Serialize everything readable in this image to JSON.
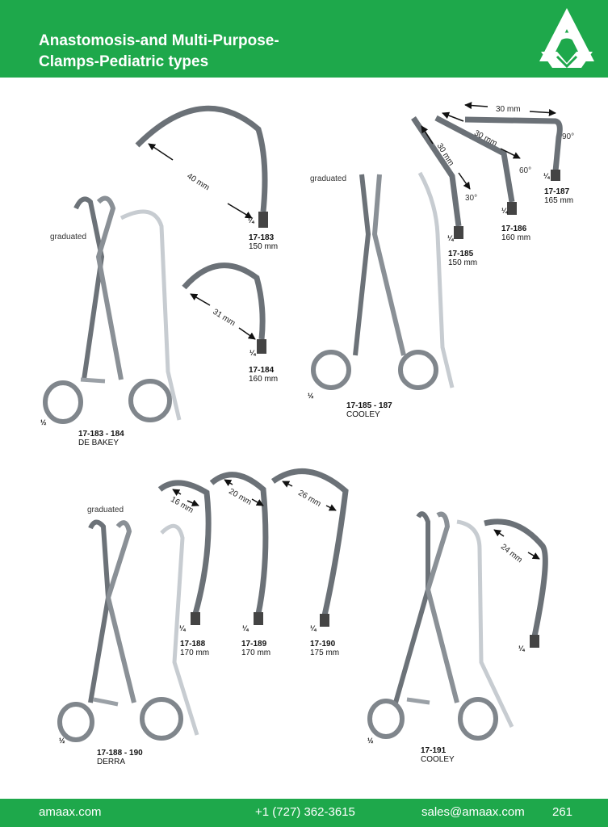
{
  "header": {
    "title_line1": "Anastomosis-and Multi-Purpose-",
    "title_line2": "Clamps-Pediatric types",
    "logo_icon": "amaax-logo-icon",
    "color": "#1ea84b"
  },
  "footer": {
    "website": "amaax.com",
    "phone": "+1 (727) 362-3615",
    "email": "sales@amaax.com",
    "page": "261"
  },
  "groups": {
    "debakey": {
      "graduated": "graduated",
      "scale": "½",
      "code": "17-183 - 184",
      "name": "DE BAKEY",
      "items": [
        {
          "code": "17-183",
          "length": "150 mm",
          "jaw": "40 mm",
          "tip": "¼"
        },
        {
          "code": "17-184",
          "length": "160 mm",
          "jaw": "31 mm",
          "tip": "¼"
        }
      ]
    },
    "cooley1": {
      "graduated": "graduated",
      "scale": "½",
      "code": "17-185 - 187",
      "name": "COOLEY",
      "items": [
        {
          "code": "17-185",
          "length": "150 mm",
          "jaw": "30 mm",
          "angle": "30°",
          "tip": "¼"
        },
        {
          "code": "17-186",
          "length": "160 mm",
          "jaw": "30 mm",
          "angle": "60°",
          "tip": "¼"
        },
        {
          "code": "17-187",
          "length": "165 mm",
          "jaw": "30 mm",
          "angle": "90°",
          "tip": "¼"
        }
      ]
    },
    "derra": {
      "graduated": "graduated",
      "scale": "½",
      "code": "17-188 - 190",
      "name": "DERRA",
      "items": [
        {
          "code": "17-188",
          "length": "170 mm",
          "jaw": "16 mm",
          "tip": "¼"
        },
        {
          "code": "17-189",
          "length": "170 mm",
          "jaw": "20 mm",
          "tip": "¼"
        },
        {
          "code": "17-190",
          "length": "175 mm",
          "jaw": "26 mm",
          "tip": "¼"
        }
      ]
    },
    "cooley2": {
      "scale": "½",
      "code": "17-191",
      "name": "COOLEY",
      "jaw": "24 mm",
      "tip": "¼"
    }
  }
}
